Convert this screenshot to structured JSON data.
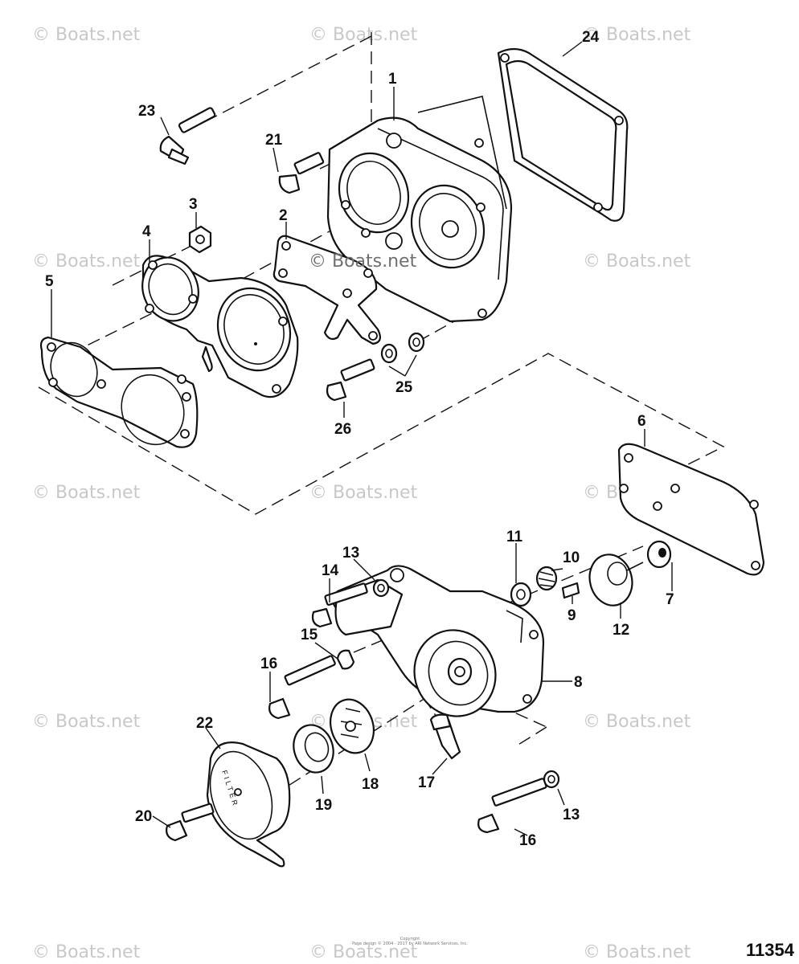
{
  "watermark": "© Boats.net",
  "center_watermark": "© Boats.net",
  "callouts": {
    "c1": "1",
    "c2": "2",
    "c3": "3",
    "c4": "4",
    "c5": "5",
    "c6": "6",
    "c7": "7",
    "c8": "8",
    "c9": "9",
    "c10": "10",
    "c11": "11",
    "c12": "12",
    "c13a": "13",
    "c13b": "13",
    "c14": "14",
    "c15": "15",
    "c16a": "16",
    "c16b": "16",
    "c17": "17",
    "c18": "18",
    "c19": "19",
    "c20": "20",
    "c21": "21",
    "c22": "22",
    "c23": "23",
    "c24": "24",
    "c25": "25",
    "c26": "26"
  },
  "filter_text": "FILTER",
  "copyright_line1": "Copyright",
  "copyright_line2": "Page design © 2004 - 2017 by ARI Network Services, Inc.",
  "diagram_id": "11354"
}
